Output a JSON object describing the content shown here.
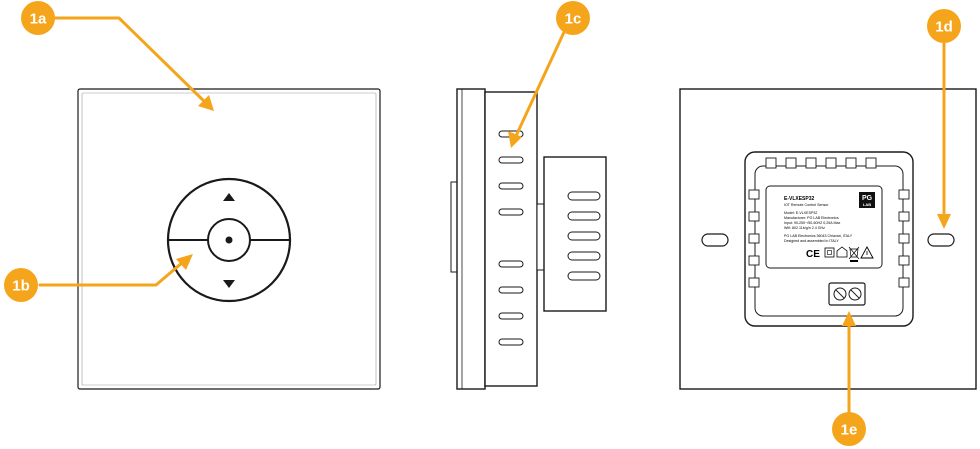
{
  "colors": {
    "accent": "#F5A51C",
    "line": "#1a1a1a",
    "callout_text": "#FFFFFF",
    "background": "#FFFFFF"
  },
  "callouts": [
    {
      "id": "1a",
      "label": "1a"
    },
    {
      "id": "1b",
      "label": "1b"
    },
    {
      "id": "1c",
      "label": "1c"
    },
    {
      "id": "1d",
      "label": "1d"
    },
    {
      "id": "1e",
      "label": "1e"
    }
  ],
  "front": {
    "up_icon": "arrow-up-icon",
    "down_icon": "arrow-down-icon",
    "center_icon": "dot-icon"
  },
  "back_label": {
    "product": "E-VLXESP32",
    "subtitle": "IOT Remote Control Sensor",
    "model": "Model: E-VLXESP32",
    "manufacturer": "Manufacturer: PG LAB Electronics",
    "input": "Input: 90-250~/50-60HZ 0,25A Max",
    "wifi": "Wifi: 802.11b/g/n 2.4 GHz",
    "address": "PG LAB Electronics 36043 Chiavari, ITALY",
    "designed": "Designed and assembled in ITALY",
    "logo_top": "PG",
    "logo_bottom": "LAB",
    "ce_mark": "CE"
  }
}
